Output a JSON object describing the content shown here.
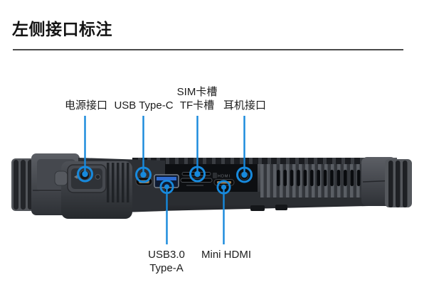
{
  "page": {
    "title": "左侧接口标注"
  },
  "colors": {
    "accent_blue": "#1789DC",
    "usb_a_tongue_blue": "#2F6CD0",
    "connector_gold": "#9A7C52",
    "divider_gray": "#4A4A4A"
  },
  "callouts": {
    "top": [
      {
        "id": "power",
        "lines": [
          "电源接口"
        ]
      },
      {
        "id": "usb-c",
        "lines": [
          "USB Type-C"
        ]
      },
      {
        "id": "sim-tf",
        "lines": [
          "SIM卡槽",
          "TF卡槽"
        ]
      },
      {
        "id": "headphone",
        "lines": [
          "耳机接口"
        ]
      }
    ],
    "bottom": [
      {
        "id": "usb-a",
        "lines": [
          "USB3.0",
          "Type-A"
        ]
      },
      {
        "id": "mini-hdmi",
        "lines": [
          "Mini HDMI"
        ]
      }
    ]
  },
  "device": {
    "hdmi_marking": "HDMI"
  }
}
